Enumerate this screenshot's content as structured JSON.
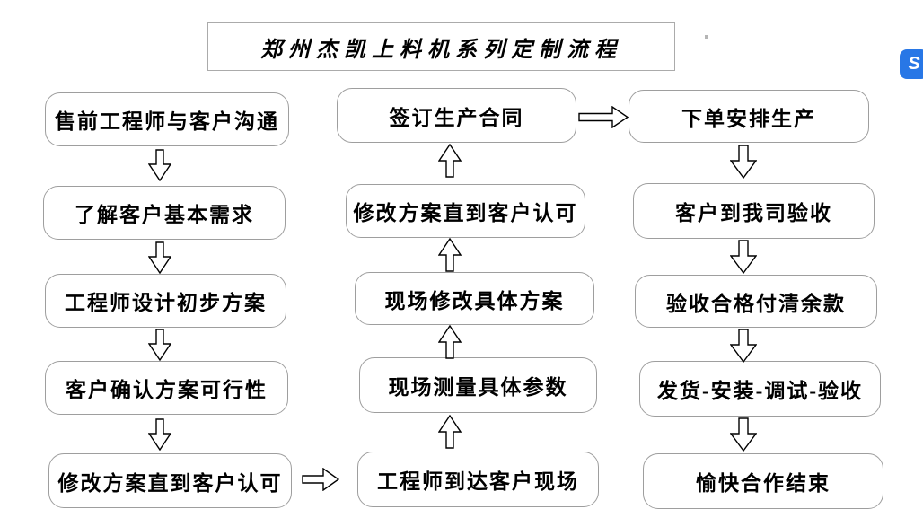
{
  "title": "郑州杰凯上料机系列定制流程",
  "flow": {
    "left_column": [
      "售前工程师与客户沟通",
      "了解客户基本需求",
      "工程师设计初步方案",
      "客户确认方案可行性",
      "修改方案直到客户认可"
    ],
    "middle_column": [
      "签订生产合同",
      "修改方案直到客户认可",
      "现场修改具体方案",
      "现场测量具体参数",
      "工程师到达客户现场"
    ],
    "right_column": [
      "下单安排生产",
      "客户到我司验收",
      "验收合格付清余款",
      "发货-安装-调试-验收",
      "愉快合作结束"
    ],
    "connections": {
      "left_column_flow": "top-to-bottom (down arrows)",
      "middle_column_flow": "bottom-to-top (up arrows)",
      "right_column_flow": "top-to-bottom (down arrows)",
      "left_to_middle": "right arrow at bottom row",
      "middle_to_right": "right arrow at top row"
    }
  },
  "overlay": {
    "app_badge_glyph": "S"
  },
  "colors": {
    "badge_blue": "#2877E6",
    "box_border": "#9E9E9E",
    "text": "#000000",
    "background": "#FFFFFF"
  }
}
